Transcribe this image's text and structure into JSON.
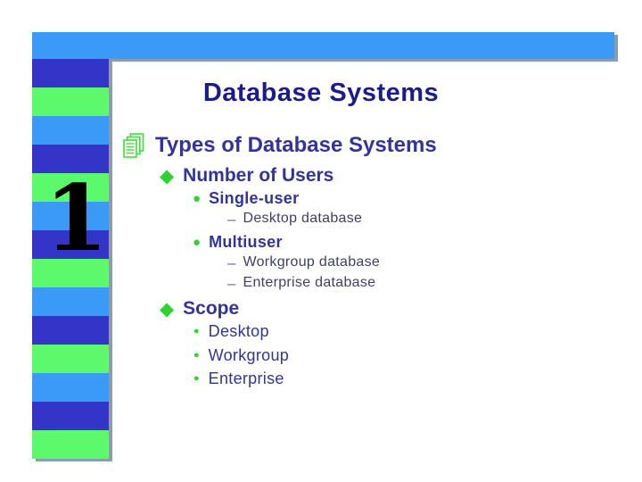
{
  "slide": {
    "number": "1",
    "title": "Database Systems"
  },
  "glyphs": {
    "diamond": "◆",
    "circle": "●",
    "dash": "–"
  },
  "outline": {
    "rows": [
      {
        "level": 1,
        "bullet": "documents-icon",
        "text": "Types of Database Systems"
      },
      {
        "level": 2,
        "bullet": "diamond",
        "text": "Number of Users"
      },
      {
        "level": 3,
        "bullet": "circle",
        "text": "Single-user"
      },
      {
        "level": 4,
        "bullet": "dash",
        "text": "Desktop database"
      },
      {
        "level": 3,
        "bullet": "circle",
        "text": "Multiuser"
      },
      {
        "level": 4,
        "bullet": "dash",
        "text": "Workgroup database"
      },
      {
        "level": 4,
        "bullet": "dash",
        "text": "Enterprise database"
      },
      {
        "level": 2,
        "bullet": "diamond",
        "text": "Scope"
      },
      {
        "level": 5,
        "bullet": "small-circle",
        "text": "Desktop"
      },
      {
        "level": 5,
        "bullet": "small-circle",
        "text": "Workgroup"
      },
      {
        "level": 5,
        "bullet": "small-circle",
        "text": "Enterprise"
      }
    ]
  },
  "colors": {
    "top_bar_blue": "#3b99f8",
    "stripe_dark_blue": "#3434c8",
    "stripe_green": "#5cf96d",
    "stripe_light_blue": "#3b99f8",
    "bullet_green": "#2fd32f",
    "title_text": "#1b1b8c",
    "body_text": "#333399",
    "sub_item_text": "#3e3e6b",
    "shadow_gray": "#8c9cab",
    "slide_number_black": "#000000"
  }
}
